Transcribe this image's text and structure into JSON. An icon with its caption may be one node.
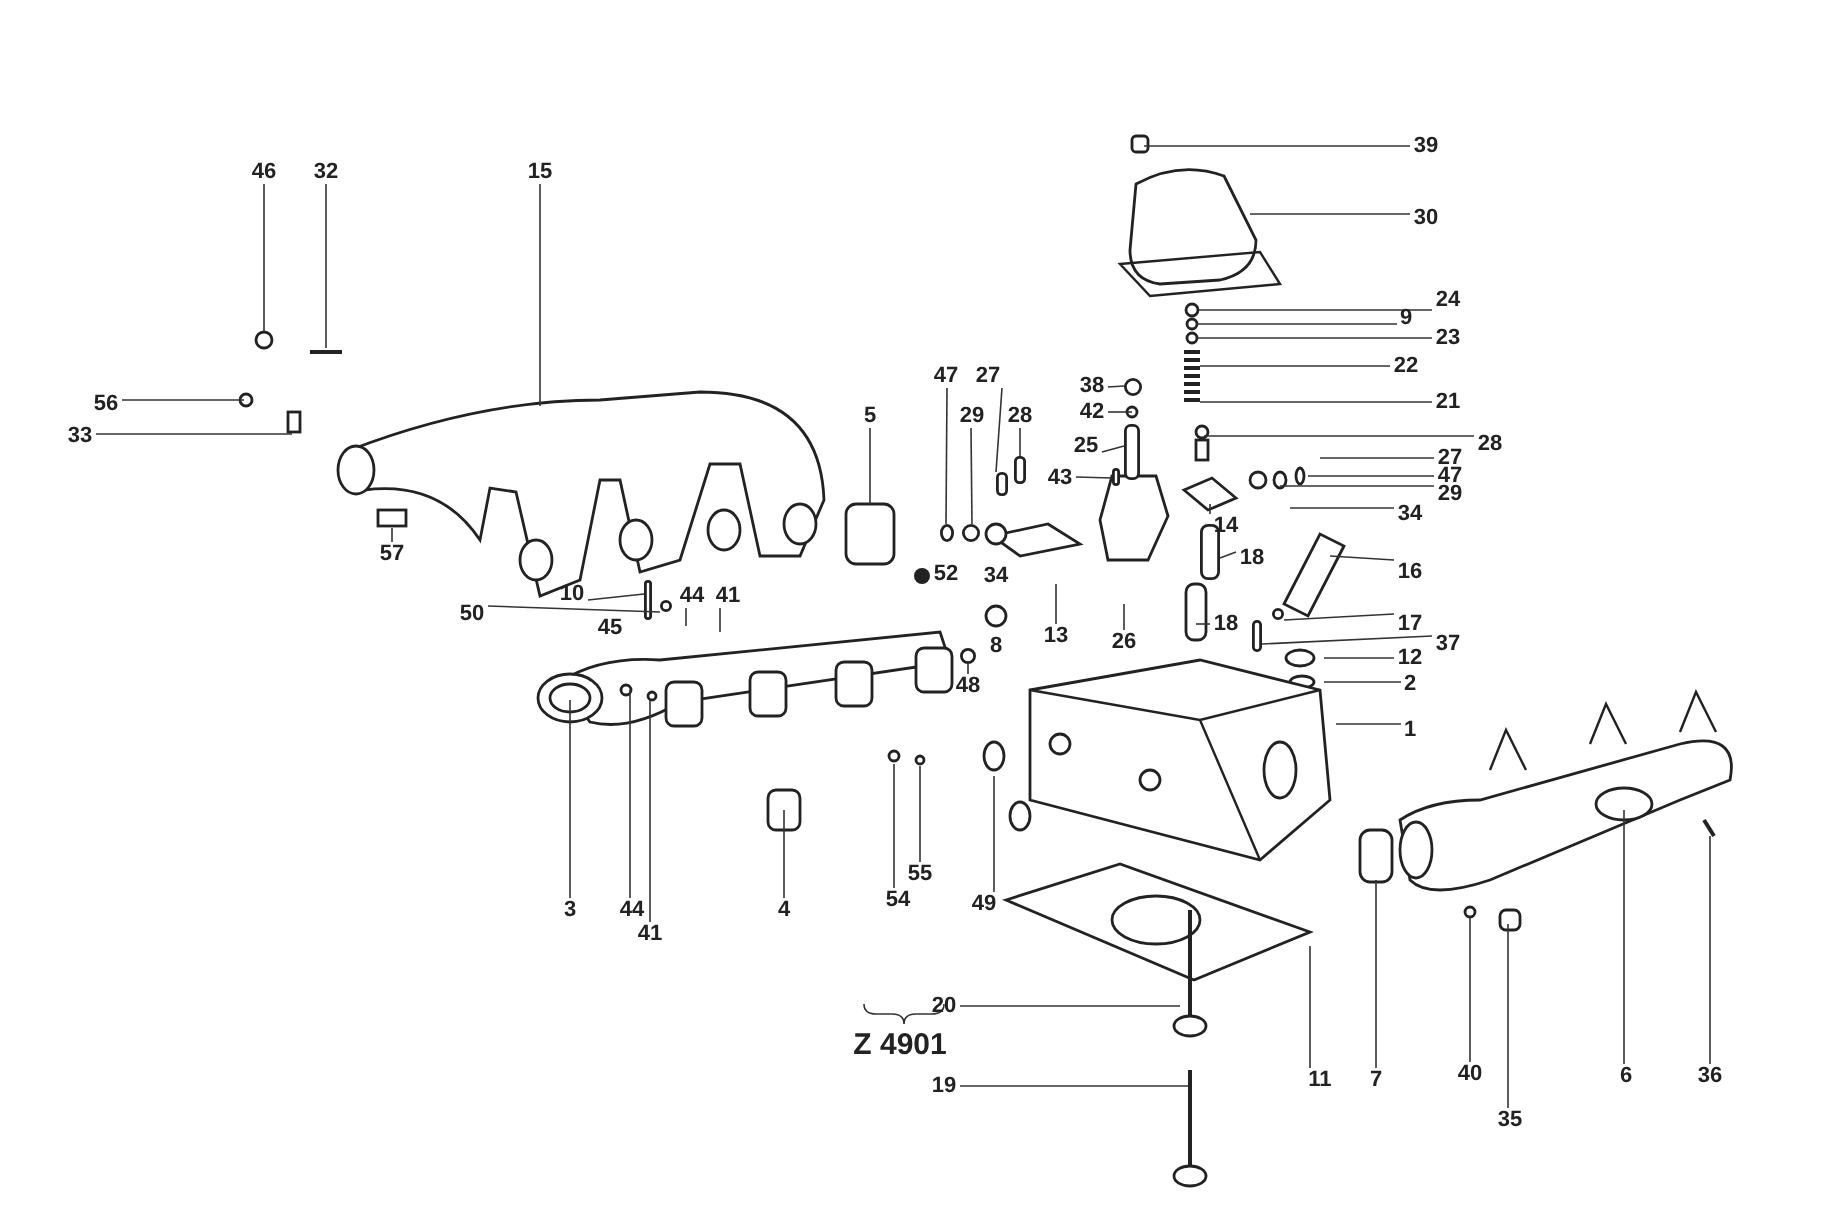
{
  "diagram": {
    "nodes": [
      {
        "text": [
          "46"
        ]
      },
      {
        "text": [
          "32"
        ]
      },
      {
        "text": [
          "15"
        ]
      },
      {
        "text": [
          "39"
        ]
      },
      {
        "text": [
          "30"
        ]
      },
      {
        "text": [
          "24"
        ]
      },
      {
        "text": [
          "9"
        ]
      },
      {
        "text": [
          "23"
        ]
      },
      {
        "text": [
          "22"
        ]
      },
      {
        "text": [
          "47"
        ]
      },
      {
        "text": [
          "27"
        ]
      },
      {
        "text": [
          "38"
        ]
      },
      {
        "text": [
          "21"
        ]
      },
      {
        "text": [
          "56"
        ]
      },
      {
        "text": [
          "5"
        ]
      },
      {
        "text": [
          "29"
        ]
      },
      {
        "text": [
          "28"
        ]
      },
      {
        "text": [
          "42"
        ]
      },
      {
        "text": [
          "33"
        ]
      },
      {
        "text": [
          "25"
        ]
      },
      {
        "text": [
          "28"
        ]
      },
      {
        "text": [
          "27"
        ]
      },
      {
        "text": [
          "47"
        ]
      },
      {
        "text": [
          "43"
        ]
      },
      {
        "text": [
          "29"
        ]
      },
      {
        "text": [
          "34"
        ]
      },
      {
        "text": [
          "14"
        ]
      },
      {
        "text": [
          "57"
        ]
      },
      {
        "text": [
          "18"
        ]
      },
      {
        "text": [
          "16"
        ]
      },
      {
        "text": [
          "10"
        ]
      },
      {
        "text": [
          "44"
        ]
      },
      {
        "text": [
          "41"
        ]
      },
      {
        "text": [
          "50"
        ]
      },
      {
        "text": [
          "17"
        ]
      },
      {
        "text": [
          "18"
        ]
      },
      {
        "text": [
          "13"
        ]
      },
      {
        "text": [
          "26"
        ]
      },
      {
        "text": [
          "37"
        ]
      },
      {
        "text": [
          "12"
        ]
      },
      {
        "text": [
          "48"
        ]
      },
      {
        "text": [
          "2"
        ]
      },
      {
        "text": [
          "1"
        ]
      },
      {
        "text": [
          "3"
        ]
      },
      {
        "text": [
          "44"
        ]
      },
      {
        "text": [
          "4"
        ]
      },
      {
        "text": [
          "54"
        ]
      },
      {
        "text": [
          "55"
        ]
      },
      {
        "text": [
          "41"
        ]
      },
      {
        "text": [
          "49"
        ]
      },
      {
        "text": [
          "20"
        ]
      },
      {
        "text": [
          "19"
        ]
      },
      {
        "text": [
          "11"
        ]
      },
      {
        "text": [
          "7"
        ]
      },
      {
        "text": [
          "40"
        ]
      },
      {
        "text": [
          "35"
        ]
      },
      {
        "text": [
          "6"
        ]
      },
      {
        "text": [
          "36"
        ]
      },
      {
        "text": [],
        "shape": "circle"
      },
      {
        "text": [],
        "shape": "bar"
      },
      {
        "text": [],
        "shape": "circle"
      },
      {
        "text": [],
        "shape": "circle"
      },
      {
        "text": [],
        "shape": "bar"
      },
      {
        "text": [],
        "shape": "bar"
      },
      {
        "text": [],
        "shape": "bar"
      },
      {
        "text": [],
        "shape": "bar"
      },
      {
        "text": [],
        "shape": "bar"
      },
      {
        "text": [],
        "shape": "circle"
      },
      {
        "text": [],
        "shape": "circle"
      },
      {
        "text": [],
        "shape": "bar"
      },
      {
        "text": [],
        "shape": "circle"
      }
    ],
    "edges": [
      {
        "from": 0,
        "to": null,
        "arrow": "none"
      },
      {
        "from": 1,
        "to": null,
        "arrow": "none"
      },
      {
        "from": 2,
        "to": null,
        "arrow": "none"
      },
      {
        "from": 3,
        "to": null,
        "arrow": "none"
      },
      {
        "from": 4,
        "to": null,
        "arrow": "none"
      },
      {
        "from": 5,
        "to": null,
        "arrow": "none"
      },
      {
        "from": 6,
        "to": null,
        "arrow": "none"
      },
      {
        "from": 7,
        "to": null,
        "arrow": "none"
      },
      {
        "from": 8,
        "to": null,
        "arrow": "none"
      },
      {
        "from": 9,
        "to": 58,
        "arrow": "none"
      },
      {
        "from": 10,
        "to": 59,
        "arrow": "none"
      },
      {
        "from": 11,
        "to": 60,
        "arrow": "none"
      },
      {
        "from": 12,
        "to": null,
        "arrow": "none"
      },
      {
        "from": 13,
        "to": null,
        "arrow": "none"
      },
      {
        "from": 14,
        "to": null,
        "arrow": "none"
      },
      {
        "from": 15,
        "to": 61,
        "arrow": "none"
      },
      {
        "from": 16,
        "to": 62,
        "arrow": "none"
      },
      {
        "from": 17,
        "to": null,
        "arrow": "none"
      },
      {
        "from": 18,
        "to": null,
        "arrow": "none"
      },
      {
        "from": 19,
        "to": 63,
        "arrow": "none"
      },
      {
        "from": 20,
        "to": null,
        "arrow": "none"
      },
      {
        "from": 21,
        "to": null,
        "arrow": "none"
      },
      {
        "from": 22,
        "to": null,
        "arrow": "none"
      },
      {
        "from": 23,
        "to": 64,
        "arrow": "none"
      },
      {
        "from": 24,
        "to": null,
        "arrow": "none"
      },
      {
        "from": 25,
        "to": null,
        "arrow": "none"
      },
      {
        "from": 26,
        "to": null,
        "arrow": "none"
      },
      {
        "from": 27,
        "to": null,
        "arrow": "none"
      },
      {
        "from": 28,
        "to": 65,
        "arrow": "none"
      },
      {
        "from": 29,
        "to": null,
        "arrow": "none"
      },
      {
        "from": 30,
        "to": 66,
        "arrow": "none"
      },
      {
        "from": 31,
        "to": null,
        "arrow": "none"
      },
      {
        "from": 32,
        "to": null,
        "arrow": "none"
      },
      {
        "from": 33,
        "to": 67,
        "arrow": "none"
      },
      {
        "from": 34,
        "to": 68,
        "arrow": "none"
      },
      {
        "from": 35,
        "to": null,
        "arrow": "none"
      },
      {
        "from": 36,
        "to": null,
        "arrow": "none"
      },
      {
        "from": 37,
        "to": null,
        "arrow": "none"
      },
      {
        "from": 38,
        "to": 69,
        "arrow": "none"
      },
      {
        "from": 39,
        "to": null,
        "arrow": "none"
      },
      {
        "from": 40,
        "to": 70,
        "arrow": "none"
      },
      {
        "from": 41,
        "to": null,
        "arrow": "none"
      },
      {
        "from": 42,
        "to": null,
        "arrow": "none"
      },
      {
        "from": 43,
        "to": null,
        "arrow": "none"
      },
      {
        "from": 44,
        "to": null,
        "arrow": "none"
      },
      {
        "from": 45,
        "to": null,
        "arrow": "none"
      },
      {
        "from": 46,
        "to": null,
        "arrow": "none"
      },
      {
        "from": 47,
        "to": null,
        "arrow": "none"
      },
      {
        "from": 48,
        "to": null,
        "arrow": "none"
      },
      {
        "from": 49,
        "to": null,
        "arrow": "none"
      },
      {
        "from": 50,
        "to": null,
        "arrow": "none"
      },
      {
        "from": 51,
        "to": null,
        "arrow": "none"
      },
      {
        "from": 52,
        "to": null,
        "arrow": "none"
      },
      {
        "from": 53,
        "to": null,
        "arrow": "none"
      },
      {
        "from": 54,
        "to": null,
        "arrow": "none"
      },
      {
        "from": 55,
        "to": null,
        "arrow": "none"
      },
      {
        "from": 56,
        "to": null,
        "arrow": "none"
      },
      {
        "from": 57,
        "to": null,
        "arrow": "none"
      }
    ],
    "labels": [
      "52",
      "34",
      "8",
      "45",
      "Z 4901"
    ]
  }
}
